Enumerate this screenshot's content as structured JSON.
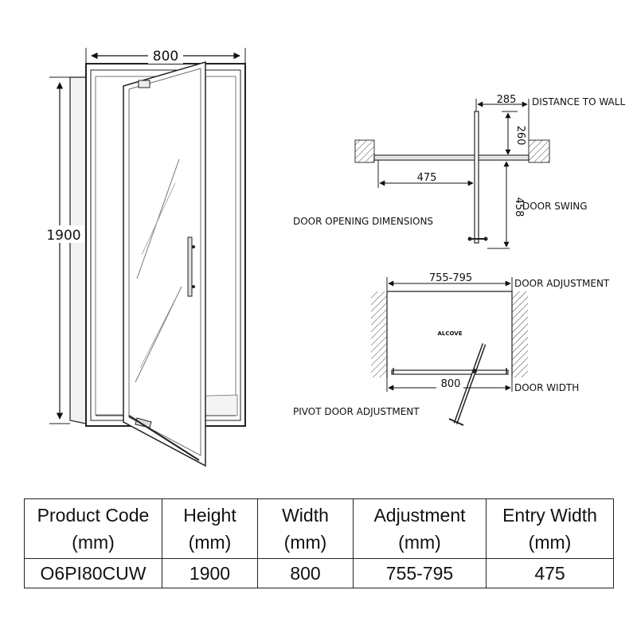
{
  "front_view": {
    "width_label": "800",
    "height_label": "1900"
  },
  "door_opening": {
    "dim_distance": "285",
    "dim_distance_caption": "DISTANCE TO WALL",
    "dim_depth": "260",
    "dim_opening": "475",
    "dim_swing": "458",
    "swing_caption": "DOOR SWING",
    "title": "DOOR OPENING DIMENSIONS"
  },
  "pivot_adjustment": {
    "dim_adjustment": "755-795",
    "adjustment_caption": "DOOR ADJUSTMENT",
    "alcove_label": "ALCOVE",
    "dim_width": "800",
    "width_caption": "DOOR WIDTH",
    "title": "PIVOT DOOR ADJUSTMENT"
  },
  "spec_table": {
    "headers": [
      {
        "line1": "Product Code",
        "line2": "(mm)"
      },
      {
        "line1": "Height",
        "line2": "(mm)"
      },
      {
        "line1": "Width",
        "line2": "(mm)"
      },
      {
        "line1": "Adjustment",
        "line2": "(mm)"
      },
      {
        "line1": "Entry Width",
        "line2": "(mm)"
      }
    ],
    "rows": [
      [
        "O6PI80CUW",
        "1900",
        "800",
        "755-795",
        "475"
      ]
    ]
  }
}
